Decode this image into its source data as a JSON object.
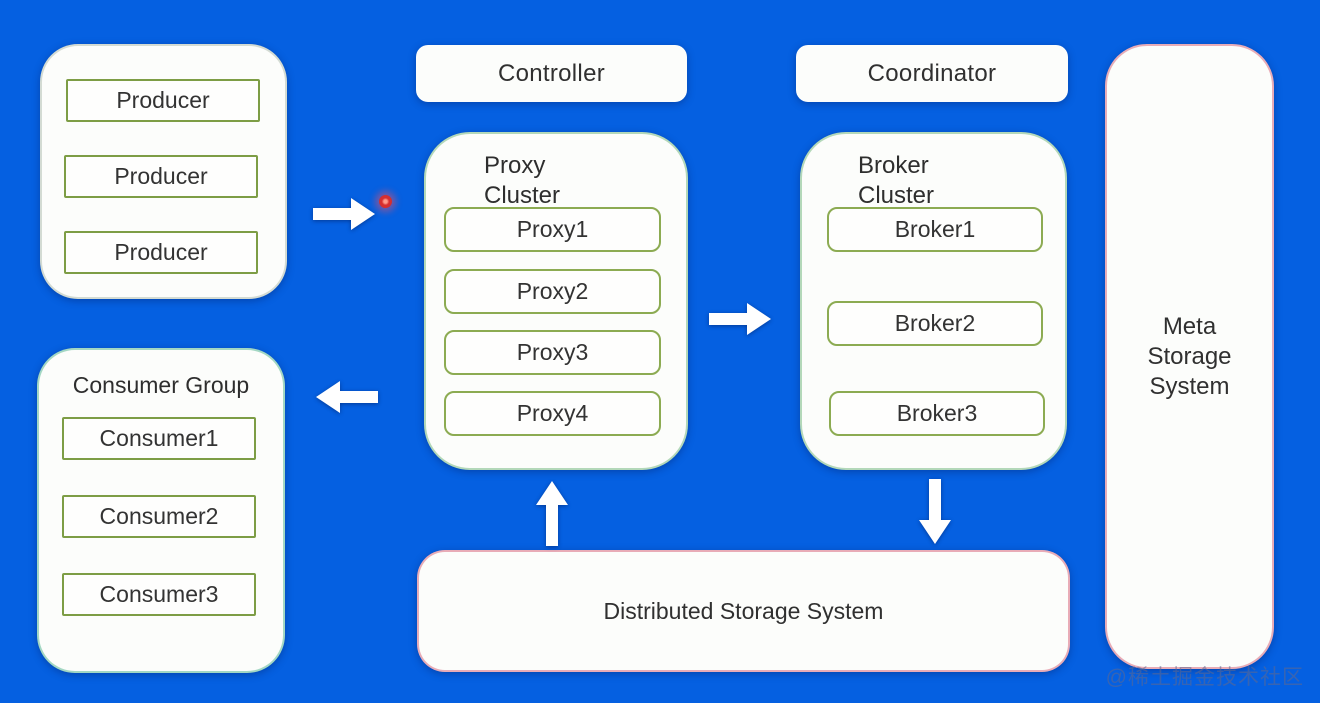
{
  "diagram": {
    "watermark": "@稀土掘金技术社区",
    "colors": {
      "background": "#0560e1",
      "node_fill": "#fcfdfb",
      "item_border_green": "#7d9d45",
      "cluster_border_green": "#76ba84",
      "storage_border_pink": "#e49eaa",
      "text": "#303030",
      "arrow": "#ffffff",
      "laser_pointer": "#d62f2f"
    },
    "producer_group": {
      "items": [
        "Producer",
        "Producer",
        "Producer"
      ]
    },
    "controller": {
      "label": "Controller"
    },
    "coordinator": {
      "label": "Coordinator"
    },
    "proxy_cluster": {
      "title": "Proxy Cluster",
      "items": [
        "Proxy1",
        "Proxy2",
        "Proxy3",
        "Proxy4"
      ]
    },
    "broker_cluster": {
      "title": "Broker Cluster",
      "items": [
        "Broker1",
        "Broker2",
        "Broker3"
      ]
    },
    "meta_storage": {
      "label": "Meta Storage System"
    },
    "consumer_group": {
      "title": "Consumer Group",
      "items": [
        "Consumer1",
        "Consumer2",
        "Consumer3"
      ]
    },
    "distributed_storage": {
      "label": "Distributed Storage System"
    }
  }
}
